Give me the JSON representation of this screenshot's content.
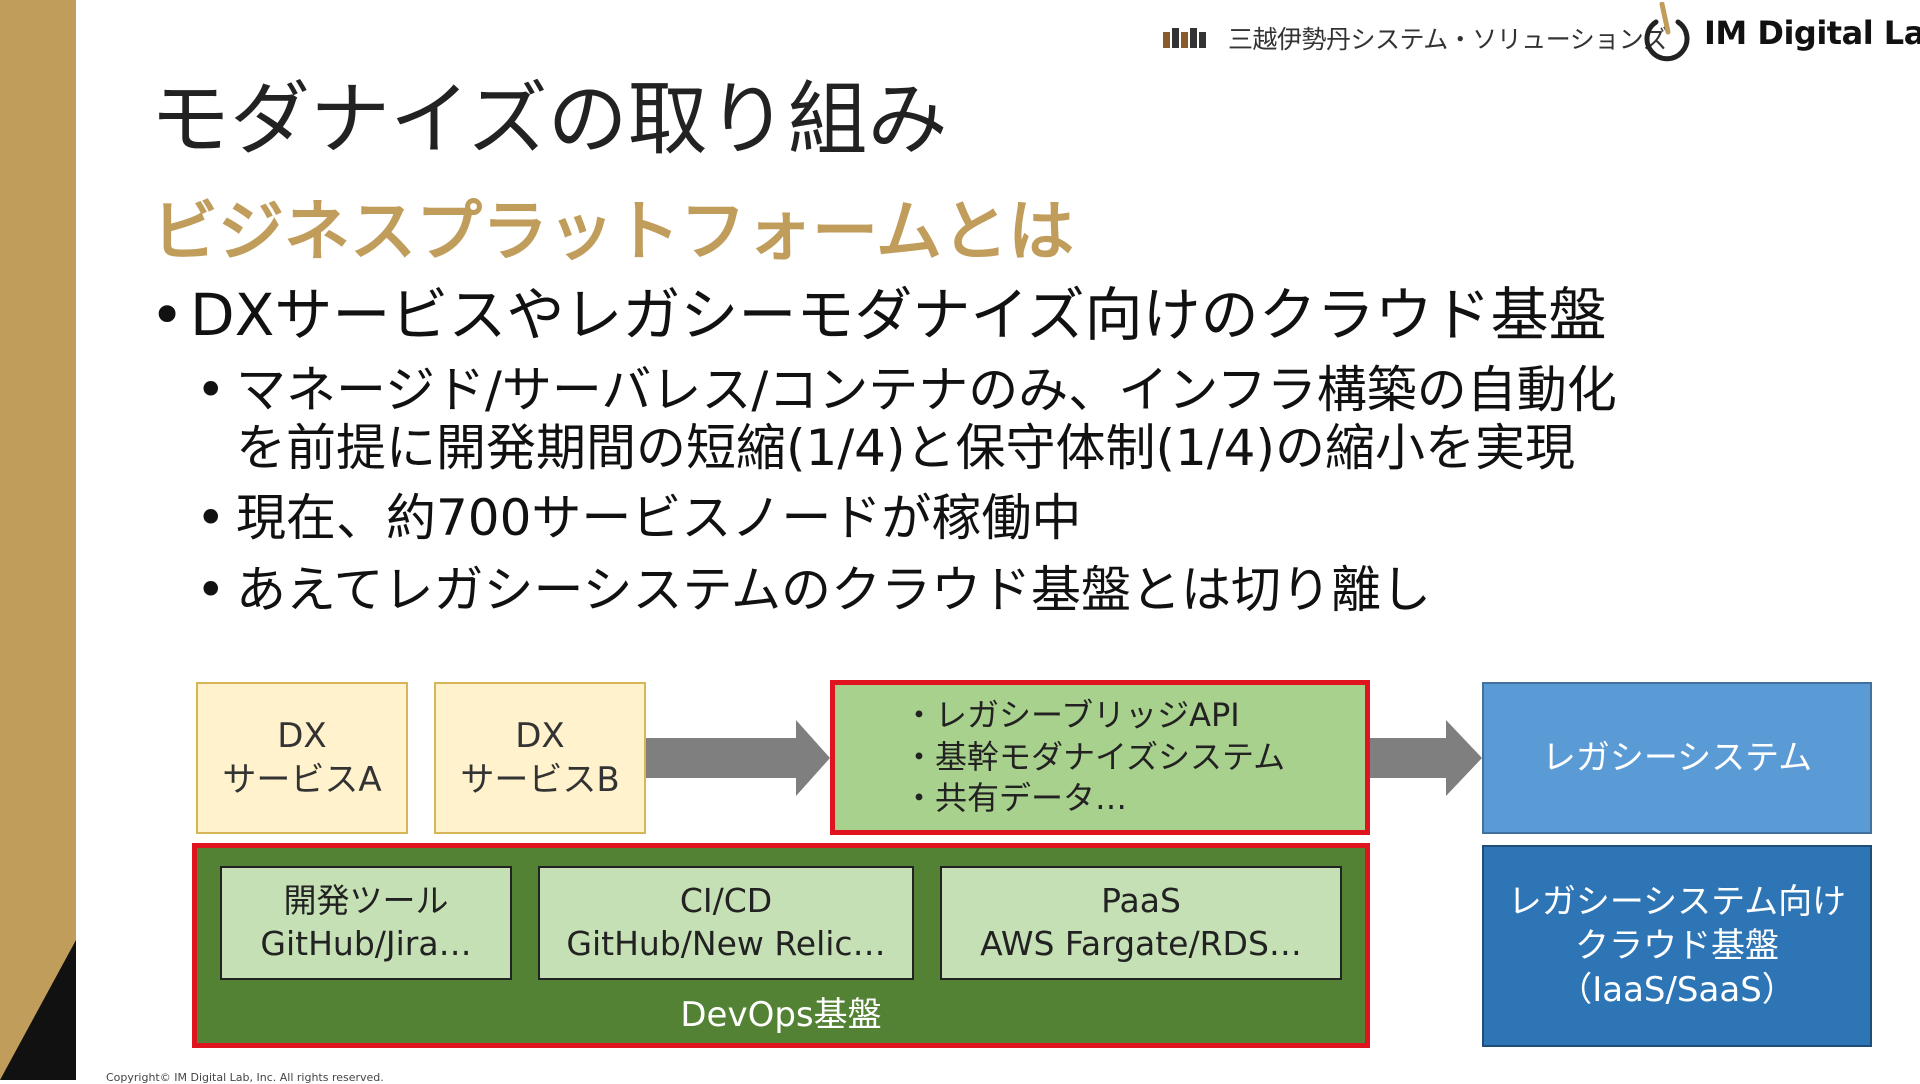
{
  "header": {
    "company_name": "三越伊勢丹システム・ソリューションズ",
    "brand": "IM Digital Lab"
  },
  "slide": {
    "title": "モダナイズの取り組み",
    "subtitle": "ビジネスプラットフォームとは",
    "bullet_main": "DXサービスやレガシーモダナイズ向けのクラウド基盤",
    "sub_bullets": [
      "マネージド/サーバレス/コンテナのみ、インフラ構築の自動化",
      "を前提に開発期間の短縮(1/4)と保守体制(1/4)の縮小を実現",
      "現在、約700サービスノードが稼働中",
      "あえてレガシーシステムのクラウド基盤とは切り離し"
    ]
  },
  "diagram": {
    "dx_a": {
      "line1": "DX",
      "line2": "サービスA"
    },
    "dx_b": {
      "line1": "DX",
      "line2": "サービスB"
    },
    "core_items": [
      "・レガシーブリッジAPI",
      "・基幹モダナイズシステム",
      "・共有データ…"
    ],
    "legacy_system": "レガシーシステム",
    "legacy_cloud": {
      "line1": "レガシーシステム向け",
      "line2": "クラウド基盤",
      "line3": "（IaaS/SaaS）"
    },
    "devops_tools": [
      {
        "line1": "開発ツール",
        "line2": "GitHub/Jira…"
      },
      {
        "line1": "CI/CD",
        "line2": "GitHub/New Relic…"
      },
      {
        "line1": "PaaS",
        "line2": "AWS Fargate/RDS…"
      }
    ],
    "devops_label": "DevOps基盤"
  },
  "footer": {
    "copyright": "Copyright© IM Digital Lab, Inc. All rights reserved."
  },
  "colors": {
    "gold": "#c19d5c",
    "red_outline": "#e0141e",
    "devops_green": "#548235",
    "light_green": "#a9d18e",
    "legacy_blue": "#5b9bd5",
    "cloud_blue": "#2e75b6"
  }
}
